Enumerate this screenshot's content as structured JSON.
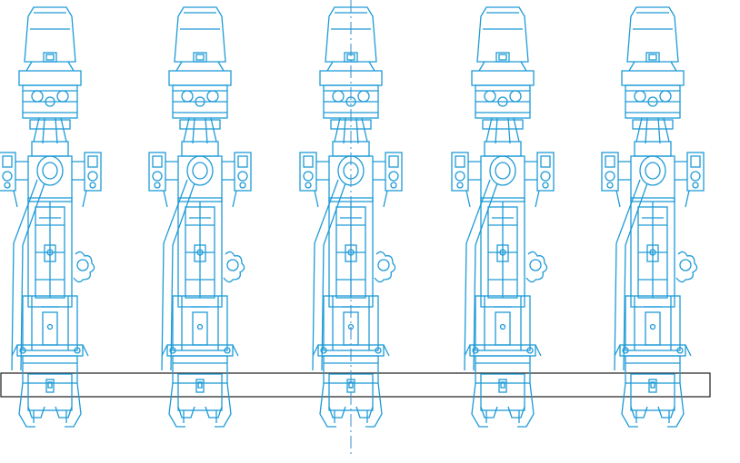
{
  "drawing": {
    "type": "cad-elevation",
    "machine_count": 5,
    "colors": {
      "machine_stroke": "#1e9bd7",
      "outline_stroke": "#1a1a1a",
      "centerline_stroke": "#3a8fc8",
      "background": "#ffffff"
    },
    "centerline": {
      "style": "dash-dot"
    },
    "base_beam": {
      "style": "rectangle-outline"
    }
  }
}
